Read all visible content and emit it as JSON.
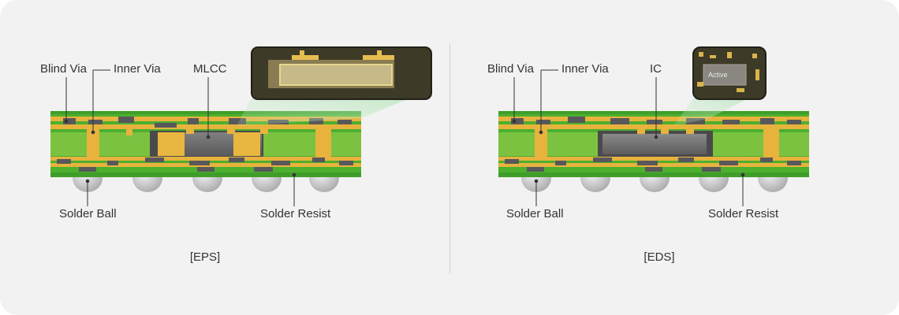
{
  "panels": [
    {
      "id": "eps",
      "caption": "[EPS]",
      "labels": {
        "blind_via": "Blind Via",
        "inner_via": "Inner Via",
        "component": "MLCC",
        "solder_ball": "Solder Ball",
        "solder_resist": "Solder Resist"
      }
    },
    {
      "id": "eds",
      "caption": "[EDS]",
      "labels": {
        "blind_via": "Blind Via",
        "inner_via": "Inner Via",
        "component": "IC",
        "solder_ball": "Solder Ball",
        "solder_resist": "Solder Resist"
      },
      "zoom_text": "Active"
    }
  ],
  "colors": {
    "background": "#f2f2f2",
    "substrate_green": "#4caf2e",
    "resin_light_green": "#7cc241",
    "copper": "#e7b33d",
    "dark_layer": "#58585a",
    "ball": "#c9c9c9",
    "zoom_frame": "#3d3a28"
  }
}
